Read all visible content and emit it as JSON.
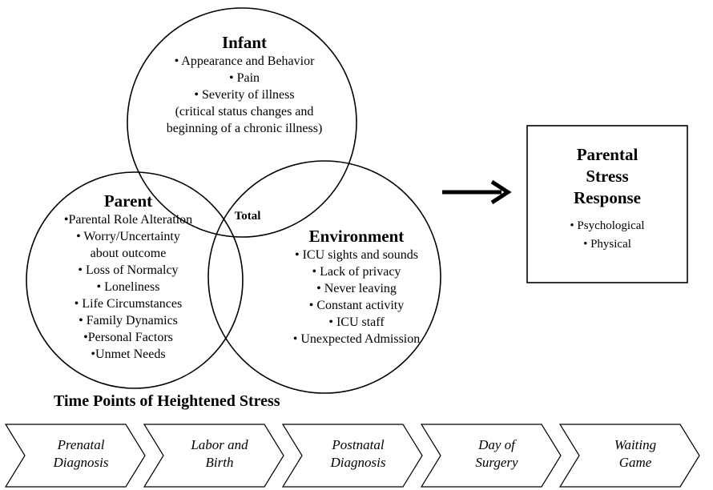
{
  "infant": {
    "title": "Infant",
    "items": [
      "• Appearance and Behavior",
      "• Pain",
      "• Severity of illness",
      "(critical  status changes and",
      "beginning  of a chronic illness)"
    ]
  },
  "parent": {
    "title": "Parent",
    "items": [
      "•Parental Role Alteration",
      "• Worry/Uncertainty",
      "about outcome",
      "•  Loss of Normalcy",
      "• Loneliness",
      "• Life Circumstances",
      "• Family Dynamics",
      "•Personal Factors",
      "•Unmet Needs"
    ]
  },
  "environment": {
    "title": "Environment",
    "items": [
      "• ICU sights and sounds",
      "• Lack of privacy",
      "• Never leaving",
      "• Constant activity",
      "• ICU staff",
      "• Unexpected Admission"
    ]
  },
  "overlap_label": "Total",
  "response": {
    "title_lines": [
      "Parental",
      "Stress",
      "Response"
    ],
    "items": [
      "• Psychological",
      "• Physical"
    ]
  },
  "timeline": {
    "title": "Time Points of Heightened Stress",
    "stages": [
      [
        "Prenatal",
        "Diagnosis"
      ],
      [
        "Labor and",
        "Birth"
      ],
      [
        "Postnatal",
        "Diagnosis"
      ],
      [
        "Day of",
        "Surgery"
      ],
      [
        "Waiting",
        "Game"
      ]
    ]
  }
}
